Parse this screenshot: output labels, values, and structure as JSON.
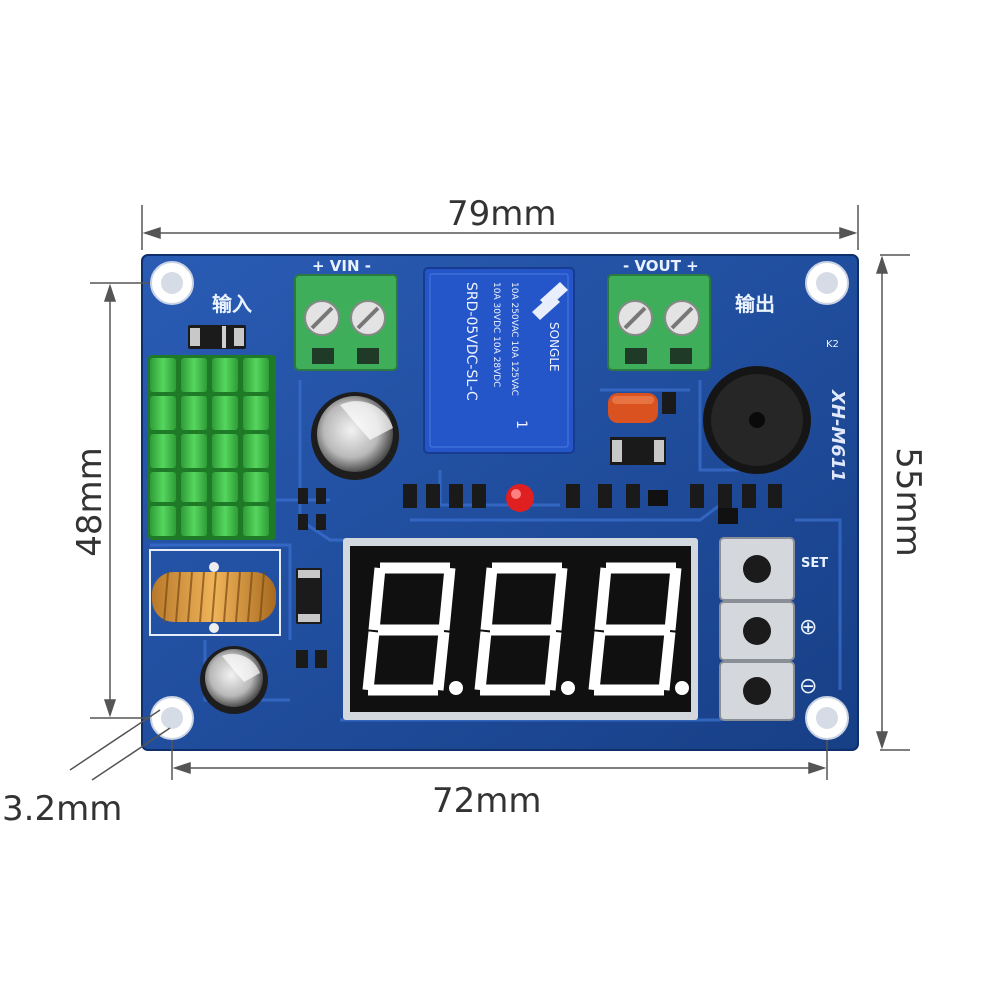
{
  "dimensions": {
    "overall_width": "79mm",
    "overall_height": "55mm",
    "hole_spacing_vertical": "48mm",
    "hole_spacing_horizontal": "72mm",
    "hole_diameter": "3.2mm"
  },
  "board": {
    "model": "XH-M611",
    "vin_label": "+ VIN -",
    "vout_label": "- VOUT +",
    "input_label": "输入",
    "output_label": "输出",
    "set_label": "SET",
    "plus_symbol": "⊕",
    "minus_symbol": "⊖",
    "corner_label": "K2"
  },
  "relay": {
    "brand": "SONGLE",
    "model": "SRD-05VDC-SL-C",
    "rating_1": "10A 250VAC  10A 125VAC",
    "rating_2": "10A 30VDC  10A 28VDC",
    "pin_mark": "1"
  },
  "display": {
    "reading": "8.8.8."
  },
  "colors": {
    "pcb": "#1f4fa0",
    "terminal": "#3fae5a",
    "heatsink": "#3fbf4a",
    "relay": "#2456c9",
    "segment": "#ffffff",
    "led": "#e02020"
  }
}
